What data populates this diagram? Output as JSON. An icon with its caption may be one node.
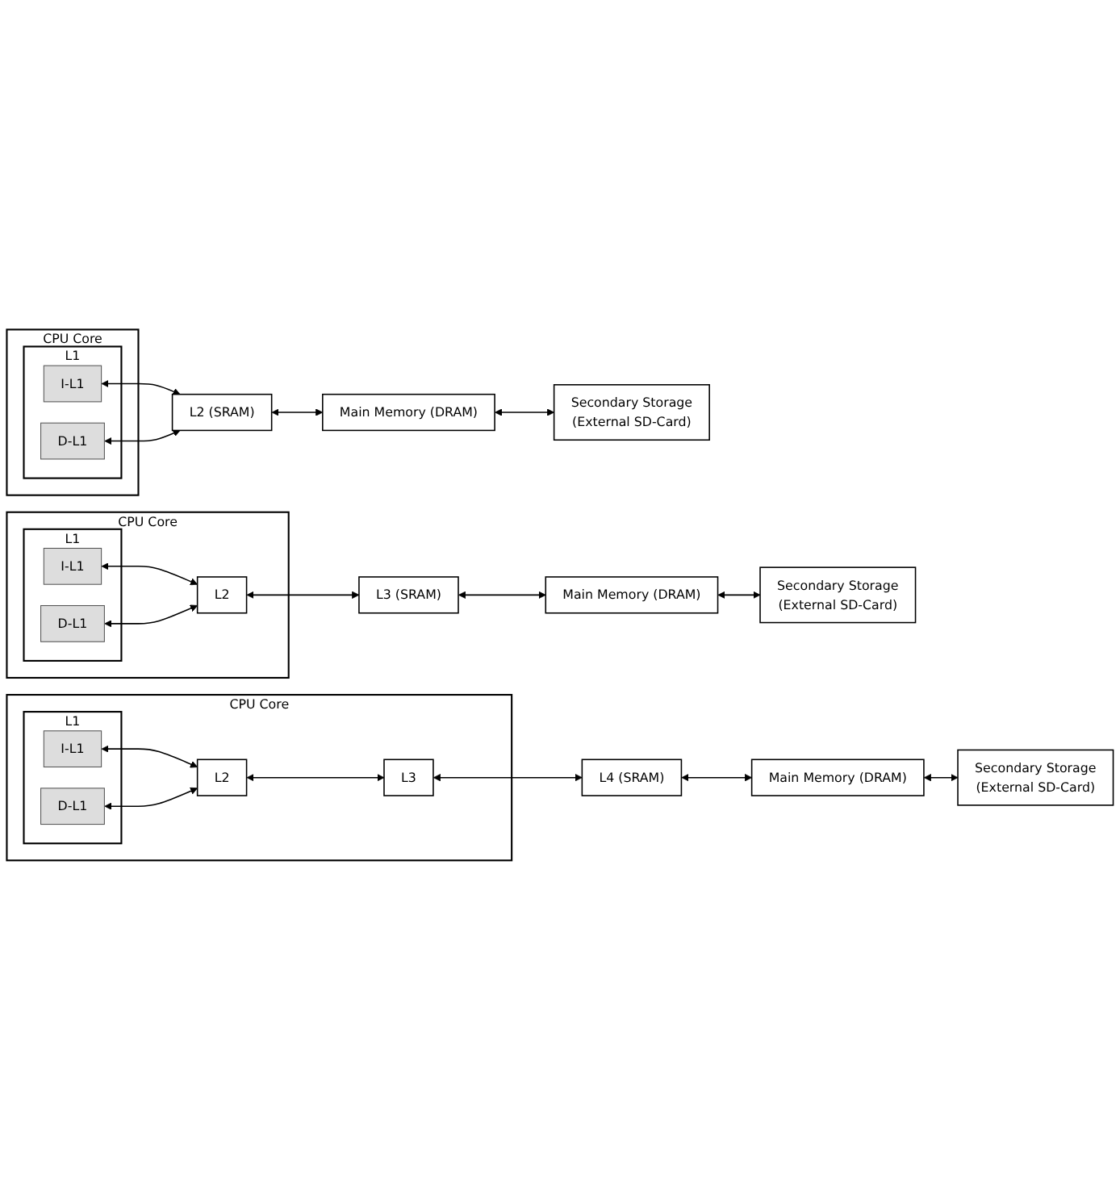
{
  "diagram": {
    "nodes": [
      {
        "text": [
          "CPU Core"
        ]
      },
      {
        "text": [
          "L1"
        ],
        "in": 0
      },
      {
        "text": [
          "I-L1"
        ],
        "in": 1
      },
      {
        "text": [
          "D-L1"
        ],
        "in": 1
      },
      {
        "text": [
          "L2 (SRAM)"
        ]
      },
      {
        "text": [
          "Main Memory (DRAM)"
        ]
      },
      {
        "text": [
          "Secondary Storage",
          "(External SD-Card)"
        ]
      },
      {
        "text": [
          "CPU Core"
        ]
      },
      {
        "text": [
          "L1"
        ],
        "in": 7
      },
      {
        "text": [
          "I-L1"
        ],
        "in": 8
      },
      {
        "text": [
          "D-L1"
        ],
        "in": 8
      },
      {
        "text": [
          "L2"
        ],
        "in": 7
      },
      {
        "text": [
          "L3 (SRAM)"
        ]
      },
      {
        "text": [
          "Main Memory (DRAM)"
        ]
      },
      {
        "text": [
          "Secondary Storage",
          "(External SD-Card)"
        ]
      },
      {
        "text": [
          "CPU Core"
        ]
      },
      {
        "text": [
          "L1"
        ],
        "in": 15
      },
      {
        "text": [
          "I-L1"
        ],
        "in": 16
      },
      {
        "text": [
          "D-L1"
        ],
        "in": 16
      },
      {
        "text": [
          "L2"
        ],
        "in": 15
      },
      {
        "text": [
          "L3"
        ],
        "in": 15
      },
      {
        "text": [
          "L4 (SRAM)"
        ]
      },
      {
        "text": [
          "Main Memory (DRAM)"
        ]
      },
      {
        "text": [
          "Secondary Storage",
          "(External SD-Card)"
        ]
      }
    ],
    "edges": [
      {
        "from": 2,
        "to": 4,
        "arrow": "both"
      },
      {
        "from": 3,
        "to": 4,
        "arrow": "both"
      },
      {
        "from": 4,
        "to": 5,
        "arrow": "both"
      },
      {
        "from": 5,
        "to": 6,
        "arrow": "both"
      },
      {
        "from": 9,
        "to": 11,
        "arrow": "both"
      },
      {
        "from": 10,
        "to": 11,
        "arrow": "both"
      },
      {
        "from": 11,
        "to": 12,
        "arrow": "both"
      },
      {
        "from": 12,
        "to": 13,
        "arrow": "both"
      },
      {
        "from": 13,
        "to": 14,
        "arrow": "both"
      },
      {
        "from": 17,
        "to": 19,
        "arrow": "both"
      },
      {
        "from": 18,
        "to": 19,
        "arrow": "both"
      },
      {
        "from": 19,
        "to": 20,
        "arrow": "both"
      },
      {
        "from": 20,
        "to": 21,
        "arrow": "both"
      },
      {
        "from": 21,
        "to": 22,
        "arrow": "both"
      },
      {
        "from": 22,
        "to": 23,
        "arrow": "both"
      }
    ]
  }
}
